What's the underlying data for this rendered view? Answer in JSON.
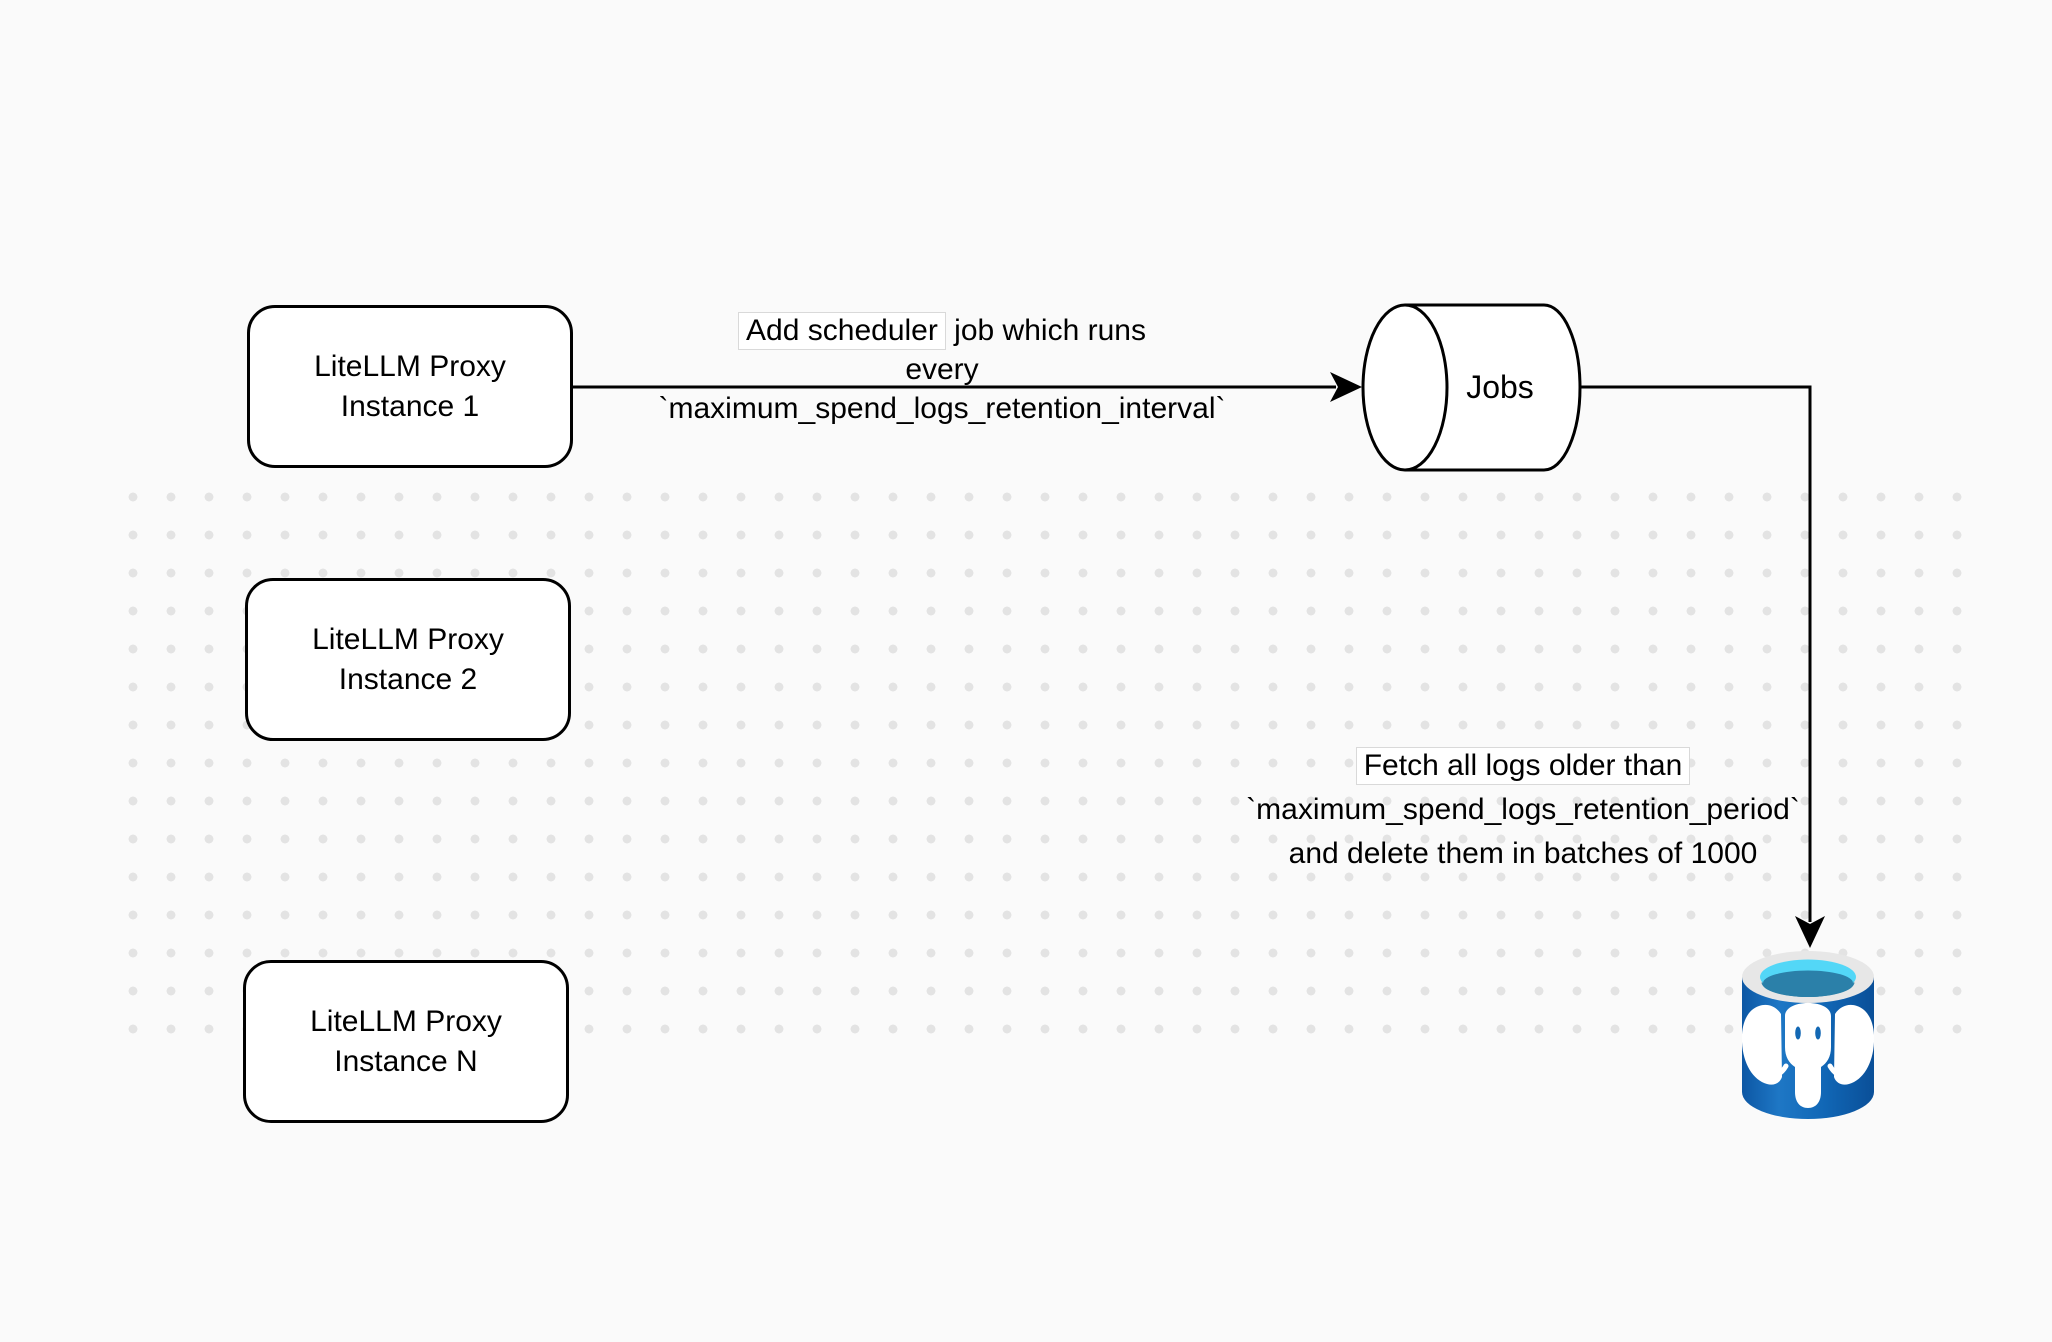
{
  "canvas": {
    "background_color": "#fafafa",
    "dot_color": "#e3e3e3",
    "stroke_color": "#000000"
  },
  "nodes": {
    "instance1": {
      "label": "LiteLLM Proxy\nInstance 1"
    },
    "instance2": {
      "label": "LiteLLM Proxy\nInstance 2"
    },
    "instanceN": {
      "label": "LiteLLM Proxy\nInstance N"
    },
    "jobs": {
      "label": "Jobs"
    }
  },
  "edge_labels": {
    "scheduler": {
      "boxed": "Add scheduler",
      "rest": " job which runs",
      "line2": "every `maximum_spend_logs_retention_interval`"
    },
    "fetch": {
      "line1": "Fetch all logs older than",
      "line2": "`maximum_spend_logs_retention_period`",
      "line3": "and delete them in batches of 1000"
    }
  },
  "icons": {
    "postgres": {
      "name": "postgresql-database-icon",
      "body_color": "#1368b4",
      "body_dark": "#0c55a0",
      "body_light": "#1e77c5",
      "top_color": "#53d7f7",
      "inner_color": "#2b80a9",
      "rim_color": "#e7e7e7"
    }
  }
}
